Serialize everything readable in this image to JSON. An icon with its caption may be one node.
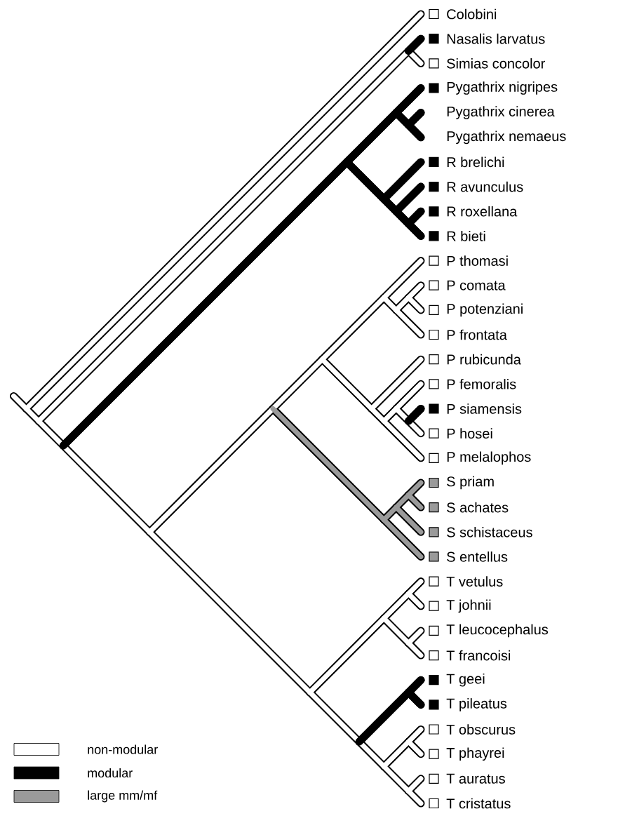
{
  "diagram": {
    "labels": [
      "Colobini",
      "Nasalis larvatus",
      "Simias concolor",
      "Pygathrix nigripes",
      "Pygathrix cinerea",
      "Pygathrix nemaeus",
      "R brelichi",
      "R avunculus",
      "R roxellana",
      "R bieti",
      "P thomasi",
      "P comata",
      "P potenziani",
      "P frontata",
      "P rubicunda",
      "P femoralis",
      "P siamensis",
      "P hosei",
      "P melalophos",
      "S priam",
      "S achates",
      "S schistaceus",
      "S entellus",
      "T vetulus",
      "T johnii",
      "T leucocephalus",
      "T francoisi",
      "T geei",
      "T pileatus",
      "T obscurus",
      "T phayrei",
      "T auratus",
      "T cristatus"
    ],
    "legend": [
      {
        "text": "non-modular"
      },
      {
        "text": "modular",
        "color": "#000000"
      },
      {
        "text": "large mm/mf",
        "color": "#9a9a9a"
      }
    ]
  }
}
